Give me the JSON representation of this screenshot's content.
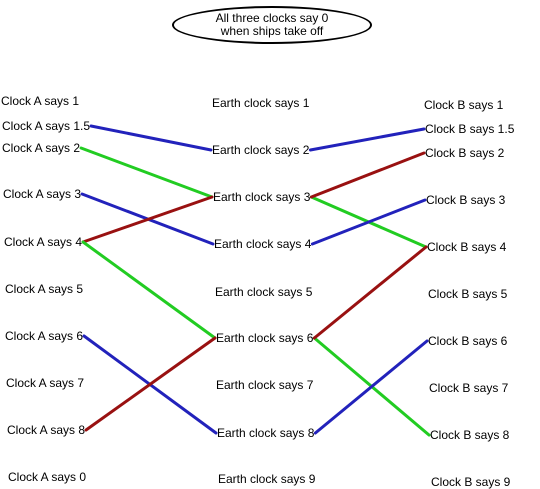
{
  "note": {
    "line1": "All three clocks say 0",
    "line2": "when ships take off"
  },
  "clock_a": [
    "Clock A says 1",
    "Clock A says 1.5",
    "Clock A says 2",
    "Clock A says 3",
    "Clock A says 4",
    "Clock A says 5",
    "Clock A says 6",
    "Clock A says 7",
    "Clock A says 8",
    "Clock A says 0"
  ],
  "earth": [
    "Earth clock says 1",
    "Earth clock says 2",
    "Earth clock says 3",
    "Earth clock says 4",
    "Earth clock says 5",
    "Earth clock says 6",
    "Earth clock says 7",
    "Earth clock says 8",
    "Earth clock says 9"
  ],
  "clock_b": [
    "Clock B says 1",
    "Clock B says 1.5",
    "Clock B says 2",
    "Clock B says 3",
    "Clock B says 4",
    "Clock B says 5",
    "Clock B says 6",
    "Clock B says 7",
    "Clock B says 8",
    "Clock B says 9"
  ],
  "colors": {
    "blue": "#2222bb",
    "green": "#22cc22",
    "red": "#991111"
  },
  "connections": [
    {
      "color": "blue",
      "from": "Clock A says 1.5",
      "to": "Earth clock says 2"
    },
    {
      "color": "blue",
      "from": "Earth clock says 2",
      "to": "Clock B says 1.5"
    },
    {
      "color": "green",
      "from": "Clock A says 2",
      "to": "Earth clock says 3"
    },
    {
      "color": "green",
      "from": "Earth clock says 3",
      "to": "Clock B says 4"
    },
    {
      "color": "blue",
      "from": "Clock A says 3",
      "to": "Earth clock says 4"
    },
    {
      "color": "blue",
      "from": "Earth clock says 4",
      "to": "Clock B says 3"
    },
    {
      "color": "red",
      "from": "Clock A says 4",
      "to": "Earth clock says 3"
    },
    {
      "color": "red",
      "from": "Earth clock says 3",
      "to": "Clock B says 2"
    },
    {
      "color": "green",
      "from": "Clock A says 4",
      "to": "Earth clock says 6"
    },
    {
      "color": "green",
      "from": "Earth clock says 6",
      "to": "Clock B says 8"
    },
    {
      "color": "red",
      "from": "Earth clock says 6",
      "to": "Clock B says 4"
    },
    {
      "color": "blue",
      "from": "Clock A says 6",
      "to": "Earth clock says 8"
    },
    {
      "color": "blue",
      "from": "Earth clock says 8",
      "to": "Clock B says 6"
    },
    {
      "color": "red",
      "from": "Clock A says 8",
      "to": "Earth clock says 6"
    }
  ]
}
